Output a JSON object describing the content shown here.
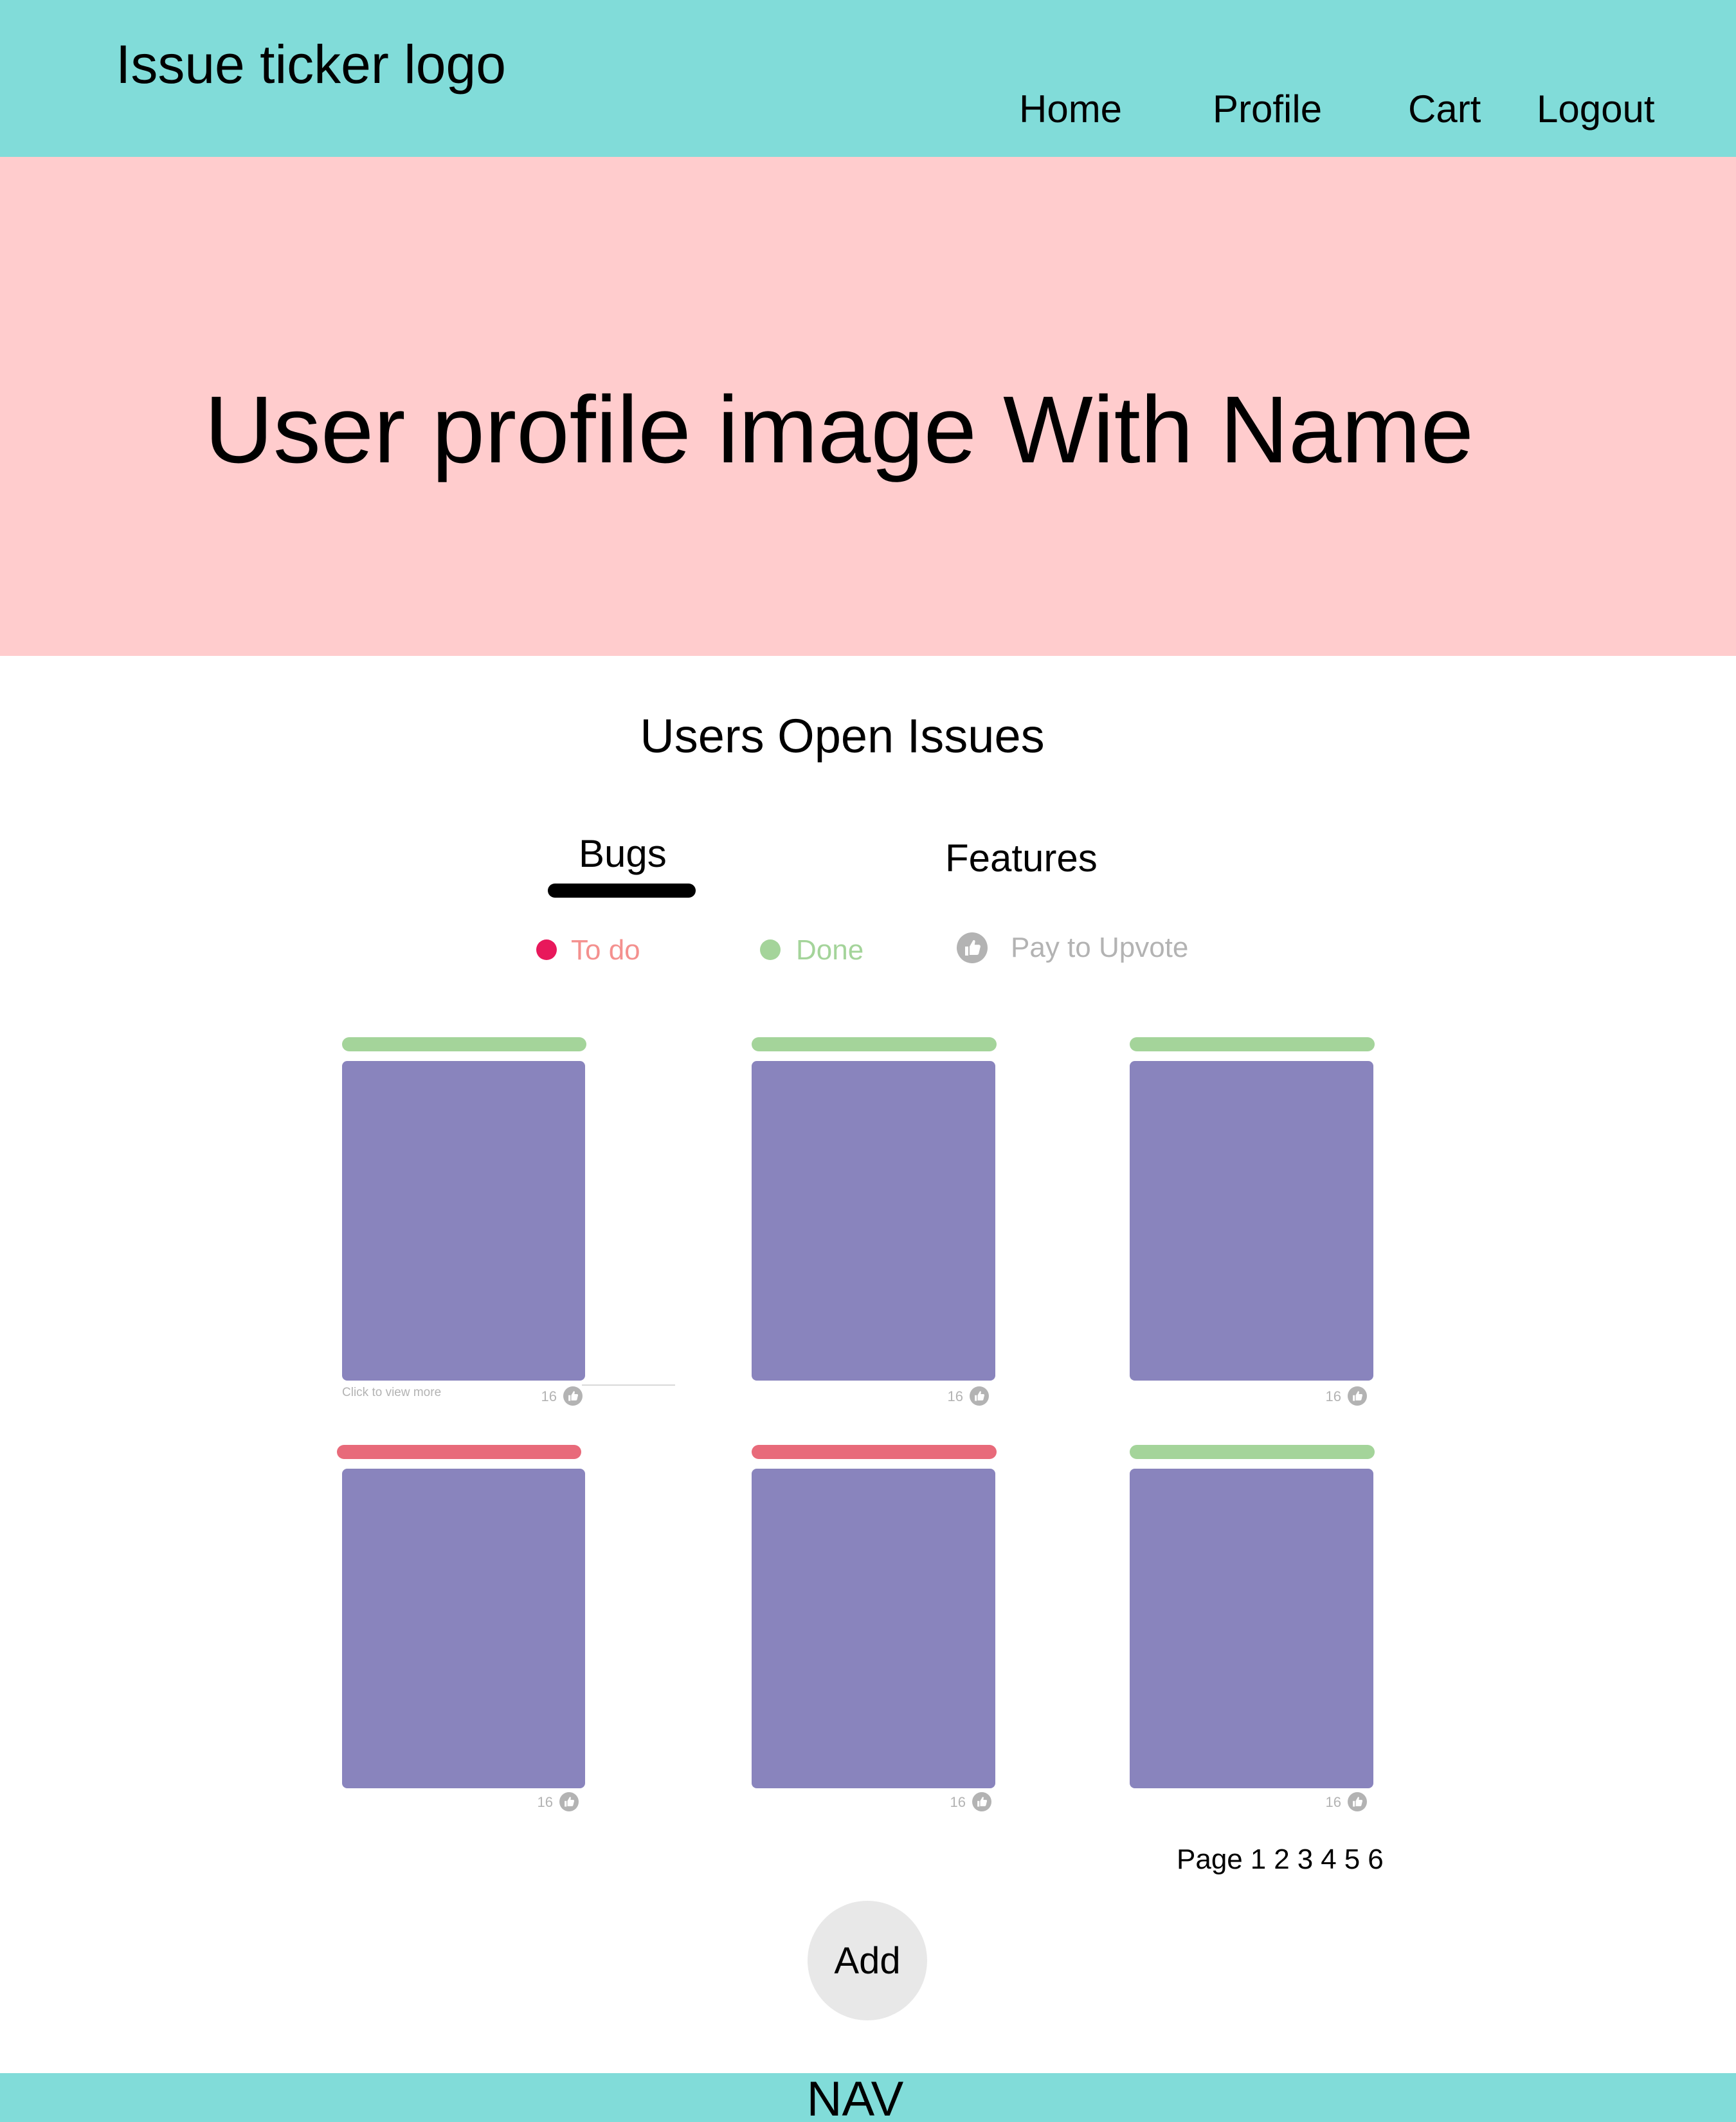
{
  "header": {
    "logo": "Issue ticker logo",
    "nav": {
      "home": "Home",
      "profile": "Profile",
      "cart": "Cart",
      "logout": "Logout"
    }
  },
  "hero": {
    "title": "User profile image With Name"
  },
  "section": {
    "title": "Users Open Issues",
    "tabs": {
      "bugs": "Bugs",
      "features": "Features",
      "active": "Bugs"
    },
    "legend": {
      "todo": "To do",
      "done": "Done",
      "upvote": "Pay to Upvote"
    }
  },
  "cards": [
    {
      "status": "Done",
      "votes": "16"
    },
    {
      "status": "Done",
      "votes": "16"
    },
    {
      "status": "Done",
      "votes": "16"
    },
    {
      "status": "To do",
      "votes": "16"
    },
    {
      "status": "To do",
      "votes": "16"
    },
    {
      "status": "Done",
      "votes": "16"
    }
  ],
  "card_hint": "Click to view more",
  "pagination": {
    "label": "Page",
    "pages": [
      "1",
      "2",
      "3",
      "4",
      "5",
      "6"
    ]
  },
  "add_button": "Add",
  "bottom_nav": {
    "label": "NAV"
  },
  "colors": {
    "header_bg": "#81dcd9",
    "hero_bg": "#ffcccd",
    "card_bg": "#8984bd",
    "todo": "#e86a7a",
    "done": "#a4d49a",
    "todo_dot": "#e8185b"
  },
  "icons": {
    "upvote": "thumbs-up-icon"
  }
}
